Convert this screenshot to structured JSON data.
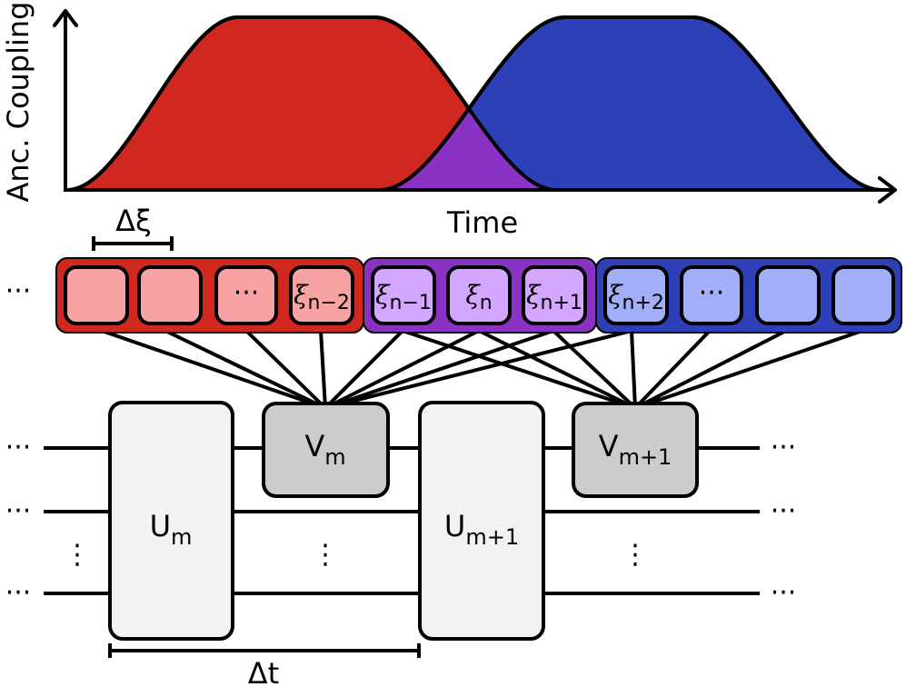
{
  "plot": {
    "y_axis_label": "Anc. Coupling",
    "x_axis_label": "Time",
    "colors": {
      "red": "#d0281e",
      "blue": "#2e40b8",
      "overlap": "#8a32c4",
      "outline": "#000000"
    }
  },
  "ancilla_chain": {
    "spacing_label": "Δξ",
    "left_ellipsis": "···",
    "red_group": [
      "",
      "",
      "···",
      "ξ_n−2"
    ],
    "purple_group": [
      "ξ_n−1",
      "ξ_n",
      "ξ_n+1"
    ],
    "blue_group": [
      "ξ_n+2",
      "···",
      "",
      ""
    ],
    "colors": {
      "red_group_bg": "#d0281e",
      "red_cell": "#f7a3a3",
      "purple_group_bg": "#8a32c4",
      "purple_cell": "#d3a6ff",
      "blue_group_bg": "#2e40b8",
      "blue_cell": "#a2aef7"
    }
  },
  "circuit": {
    "gates": {
      "U_m": {
        "base": "U",
        "sub": "m"
      },
      "U_m1": {
        "base": "U",
        "sub": "m+1"
      },
      "V_m": {
        "base": "V",
        "sub": "m"
      },
      "V_m1": {
        "base": "V",
        "sub": "m+1"
      }
    },
    "left_ellipsis": "···",
    "right_ellipsis": "···",
    "vertical_ellipsis": "⋮",
    "time_step_label": "Δt",
    "colors": {
      "u_gate": "#f2f2f2",
      "v_gate": "#cccccc"
    }
  }
}
